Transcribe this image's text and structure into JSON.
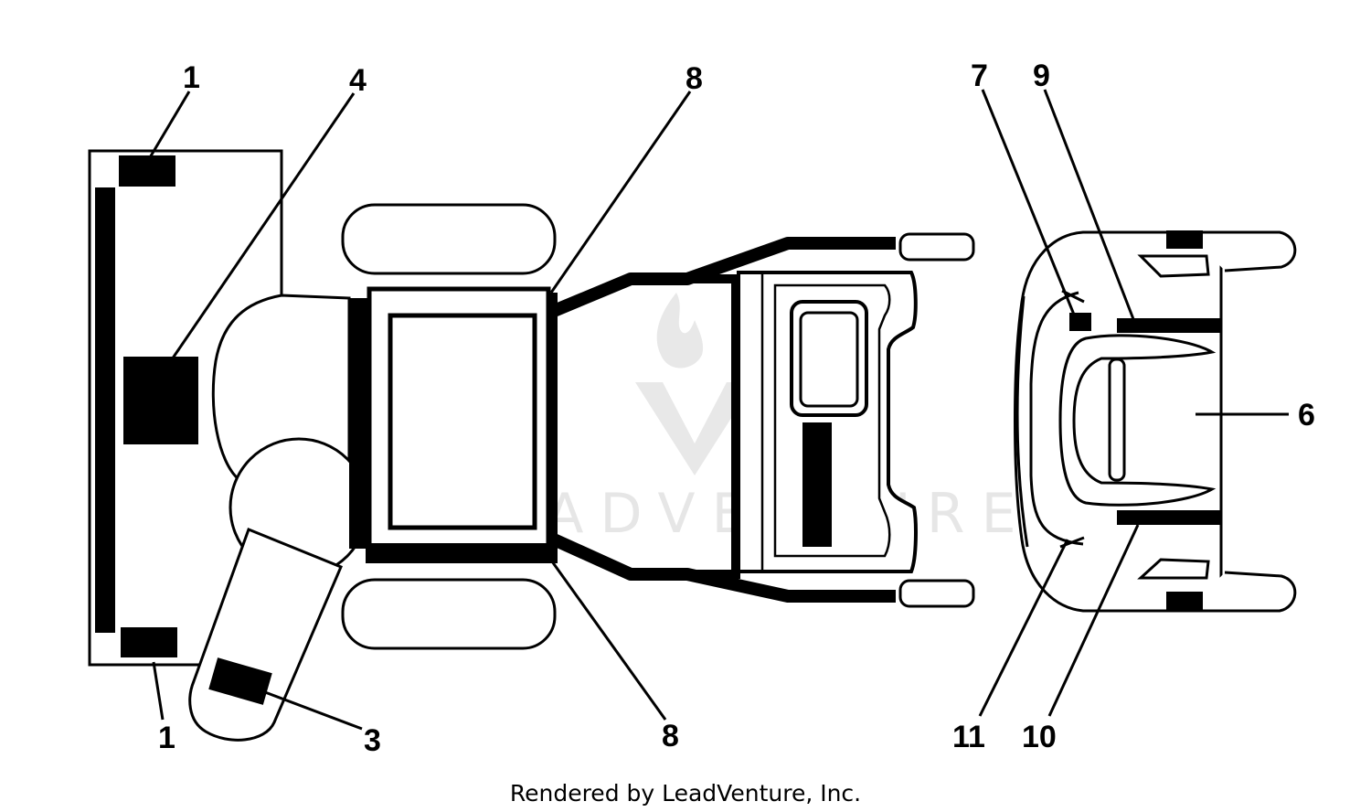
{
  "callouts": {
    "c1_top": "1",
    "c1_bottom": "1",
    "c3": "3",
    "c4": "4",
    "c6": "6",
    "c7": "7",
    "c8_top": "8",
    "c8_bottom": "8",
    "c9": "9",
    "c10": "10",
    "c11": "11"
  },
  "watermark": "LEADVENTURE",
  "footer": "Rendered by LeadVenture, Inc."
}
